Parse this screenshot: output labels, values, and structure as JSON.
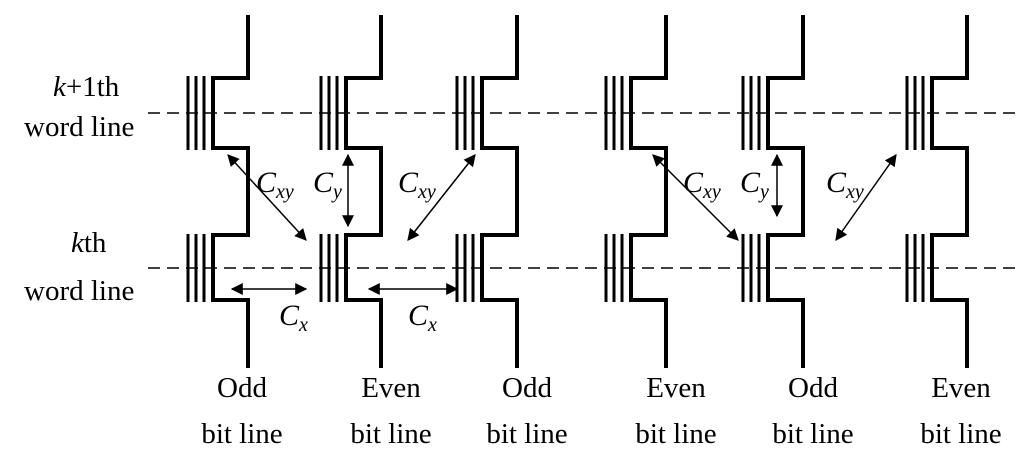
{
  "word_lines": {
    "upper": {
      "k": "k",
      "suffix": "+1th",
      "line2": "word line"
    },
    "lower": {
      "k": "k",
      "suffix": "th",
      "line2": "word line"
    }
  },
  "bit_lines": [
    {
      "name": "Odd",
      "sub": "bit line"
    },
    {
      "name": "Even",
      "sub": "bit line"
    },
    {
      "name": "Odd",
      "sub": "bit line"
    },
    {
      "name": "Even",
      "sub": "bit line"
    },
    {
      "name": "Odd",
      "sub": "bit line"
    },
    {
      "name": "Even",
      "sub": "bit line"
    }
  ],
  "capacitances": {
    "cxy": {
      "main": "C",
      "sub": "xy"
    },
    "cy": {
      "main": "C",
      "sub": "y"
    },
    "cx": {
      "main": "C",
      "sub": "x"
    }
  }
}
